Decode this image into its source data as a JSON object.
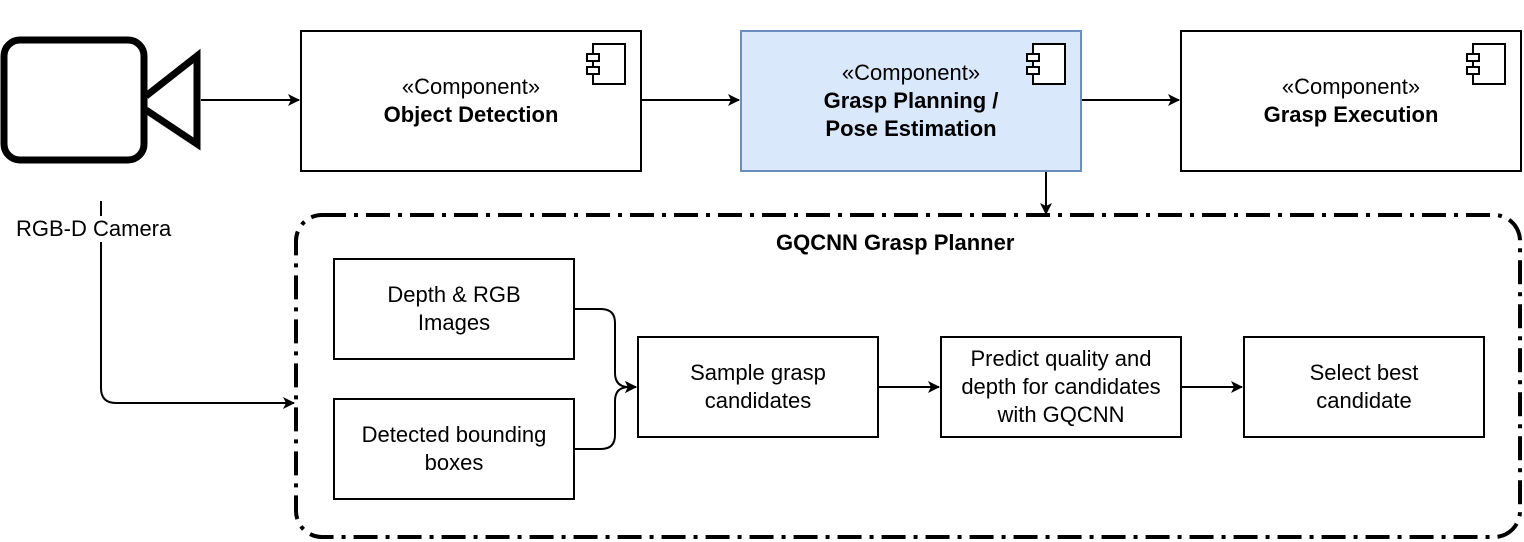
{
  "camera": {
    "label": "RGB-D Camera"
  },
  "components": [
    {
      "stereotype": "«Component»",
      "name": "Object Detection"
    },
    {
      "stereotype": "«Component»",
      "name": "Grasp Planning /\nPose Estimation"
    },
    {
      "stereotype": "«Component»",
      "name": "Grasp Execution"
    }
  ],
  "planner": {
    "title": "GQCNN Grasp Planner",
    "inputs": [
      "Depth & RGB\nImages",
      "Detected bounding\nboxes"
    ],
    "steps": [
      "Sample grasp\ncandidates",
      "Predict quality and\ndepth for candidates\nwith GQCNN",
      "Select best\ncandidate"
    ]
  },
  "colors": {
    "highlight_fill": "#dae8fc",
    "highlight_border": "#6c8ebf",
    "line": "#000000"
  }
}
